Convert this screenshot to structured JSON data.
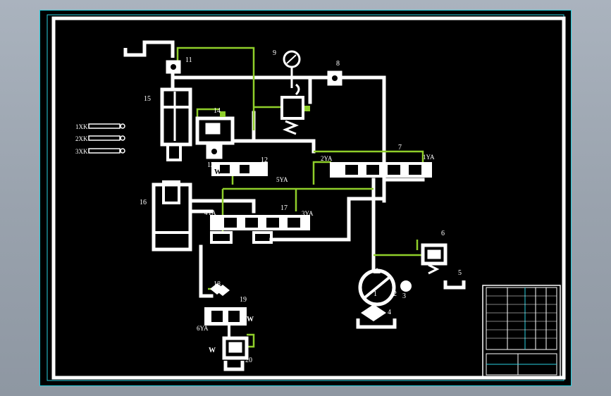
{
  "labels": {
    "c1": "1",
    "c2": "2",
    "c3": "3",
    "c4": "4",
    "c5": "5",
    "c6": "6",
    "c7": "7",
    "c8": "8",
    "c9": "9",
    "c11": "11",
    "c12": "12",
    "c13": "13",
    "c14": "14",
    "c15": "15",
    "c16": "16",
    "c17": "17",
    "c18": "18",
    "c19": "19",
    "c20": "20"
  },
  "solenoids": {
    "s1": "1YA",
    "s2": "2YA",
    "s3": "3YA",
    "s4": "4YA",
    "s5": "5YA",
    "s6": "6YA"
  },
  "switches": [
    "1XK",
    "2XK",
    "3XK"
  ],
  "colors": {
    "background": "#000000",
    "pipe": "#ffffff",
    "pilot_line": "#8fce2a",
    "border": "#2ad1e0"
  }
}
